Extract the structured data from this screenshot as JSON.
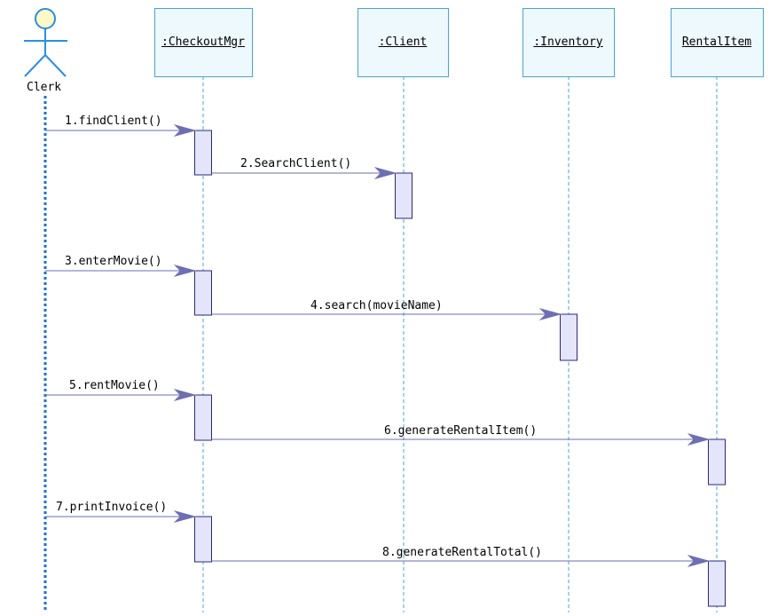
{
  "actor": {
    "name": "Clerk",
    "icon": "stick-figure-actor-icon"
  },
  "lifelines": [
    {
      "id": "checkout",
      "name": ":CheckoutMgr"
    },
    {
      "id": "client",
      "name": ":Client"
    },
    {
      "id": "inventory",
      "name": ":Inventory"
    },
    {
      "id": "rental",
      "name": "RentalItem"
    }
  ],
  "messages": [
    {
      "label": "1.findClient()",
      "from": "actor",
      "to": "checkout"
    },
    {
      "label": "2.SearchClient()",
      "from": "checkout",
      "to": "client"
    },
    {
      "label": "3.enterMovie()",
      "from": "actor",
      "to": "checkout"
    },
    {
      "label": "4.search(movieName)",
      "from": "checkout",
      "to": "inventory"
    },
    {
      "label": "5.rentMovie()",
      "from": "actor",
      "to": "checkout"
    },
    {
      "label": "6.generateRentalItem()",
      "from": "checkout",
      "to": "rental"
    },
    {
      "label": "7.printInvoice()",
      "from": "actor",
      "to": "checkout"
    },
    {
      "label": "8.generateRentalTotal()",
      "from": "checkout",
      "to": "rental"
    }
  ],
  "colors": {
    "header_fill": "#eef9fd",
    "header_border": "#4aa3d4",
    "lifeline": "#4aa3d4",
    "actor_line": "#1f6fd1",
    "actor_outline": "#2a8ee0",
    "actor_head_fill": "#fff9c6",
    "activation_fill": "#e4e4fa",
    "activation_border": "#2a2a7a",
    "message": "#6e6eb2"
  }
}
